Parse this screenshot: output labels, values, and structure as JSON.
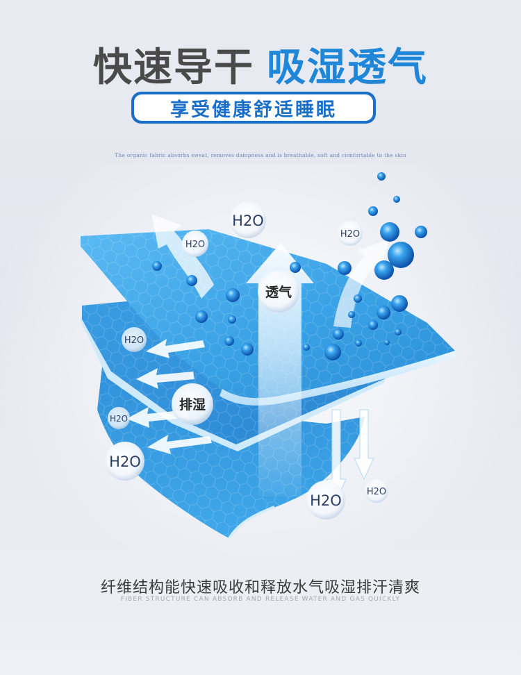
{
  "headline": {
    "left": "快速导干",
    "right": "吸湿透气"
  },
  "subtitle": "享受健康舒适睡眠",
  "tagline_en": "The organic fabric absorbs sweat, removes dampness and is breathable, soft and comfortable to the skin",
  "diagram": {
    "vapor_label": "H2O",
    "breathable_label": "透气",
    "wicking_label": "排湿"
  },
  "caption_cn": "纤维结构能快速吸收和释放水气吸湿排汗清爽",
  "caption_en": "FIBER STRUCTURE CAN ABSORB AND RELEASE WATER AND GAS QUICKLY",
  "colors": {
    "headline_dark": "#4a4a4a",
    "headline_blue": "#1f86d8",
    "pill_blue": "#1a6fc9",
    "fabric_blue": "#3aa2e6"
  }
}
